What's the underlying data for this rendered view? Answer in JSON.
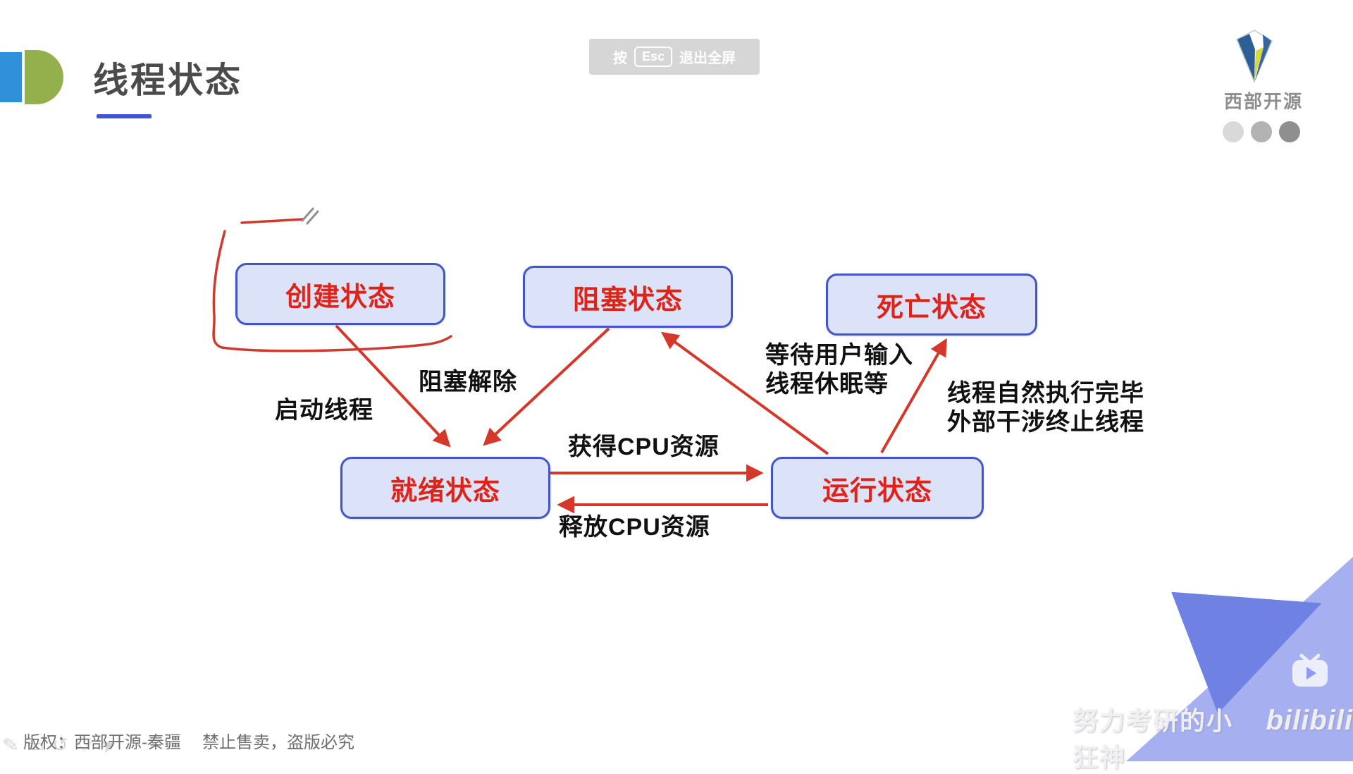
{
  "header": {
    "title": "线程状态"
  },
  "fullscreen_toast": {
    "prefix": "按",
    "key": "Esc",
    "suffix": "退出全屏"
  },
  "brand": {
    "name": "西部开源"
  },
  "diagram": {
    "nodes": {
      "created": "创建状态",
      "blocked": "阻塞状态",
      "dead": "死亡状态",
      "ready": "就绪状态",
      "running": "运行状态"
    },
    "edges": {
      "start_thread": "启动线程",
      "unblock": "阻塞解除",
      "acquire_cpu": "获得CPU资源",
      "release_cpu": "释放CPU资源",
      "to_blocked_line1": "等待用户输入",
      "to_blocked_line2": "线程休眠等",
      "to_dead_line1": "线程自然执行完毕",
      "to_dead_line2": "外部干涉终止线程"
    }
  },
  "footer": {
    "copyright": "版权：西部开源-秦疆",
    "notice": "禁止售卖，盗版必究"
  },
  "tools": {
    "pen": "✎",
    "frame": "▭",
    "undo": "↺",
    "shape": "♡",
    "cursor": "➤"
  },
  "watermark": {
    "text": "努力考研的小狂神",
    "brand": "bilibili"
  },
  "colors": {
    "box_fill": "#dce3f8",
    "box_border": "#4156cb",
    "state_text_red": "#e02318",
    "arrow_red": "#d5372a",
    "title_gray": "#4b4b4b",
    "underline_blue": "#3e57d6",
    "toast_bg": "#d6d6d6",
    "corner_triangle_dark": "#6f81e3",
    "corner_triangle_light": "#a6b0f0",
    "logo_blue": "#2f8fd9",
    "logo_green": "#94b04c"
  }
}
